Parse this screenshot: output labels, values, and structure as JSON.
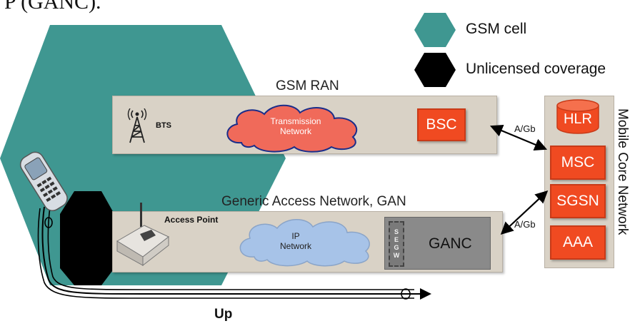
{
  "caption": "P (GANC).",
  "legend": [
    {
      "label": "GSM cell",
      "color": "#3f9791"
    },
    {
      "label": "Unlicensed coverage",
      "color": "#000000"
    }
  ],
  "gsm_ran": {
    "title": "GSM RAN",
    "bts_label": "BTS",
    "cloud_label": "Transmission\nNetwork",
    "bsc_label": "BSC"
  },
  "gan": {
    "title": "Generic Access Network, GAN",
    "access_point_label": "Access Point",
    "cloud_label": "IP\nNetwork",
    "segw_letters": [
      "S",
      "E",
      "G",
      "W"
    ],
    "ganc_label": "GANC"
  },
  "interfaces": {
    "top": "A/Gb",
    "bottom": "A/Gb",
    "up": "Up"
  },
  "core": {
    "title": "Mobile Core Network",
    "hlr": "HLR",
    "nodes": [
      "MSC",
      "SGSN",
      "AAA"
    ]
  },
  "colors": {
    "gsm_cell": "#3f9791",
    "node": "#f04a21",
    "transmission_cloud": "#f06a5a",
    "ip_cloud": "#a7c3e8"
  }
}
